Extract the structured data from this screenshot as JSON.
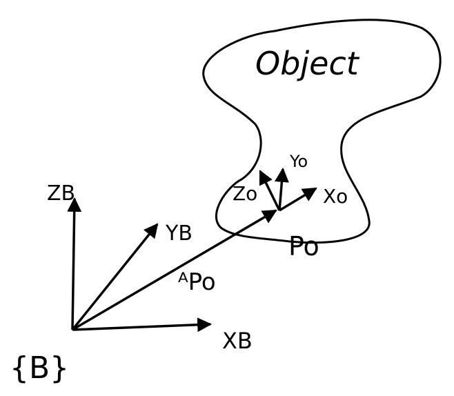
{
  "diagram": {
    "object_label": "Object",
    "base_frame_label": "{B}",
    "base_axes": {
      "z": "ZB",
      "y": "YB",
      "x": "XB"
    },
    "object_axes": {
      "z": "Zo",
      "y": "Yo",
      "x": "Xo"
    },
    "origin_point_label": "Po",
    "position_vector_label": "ᴬPo"
  },
  "colors": {
    "ink": "#000000",
    "background": "#ffffff"
  }
}
